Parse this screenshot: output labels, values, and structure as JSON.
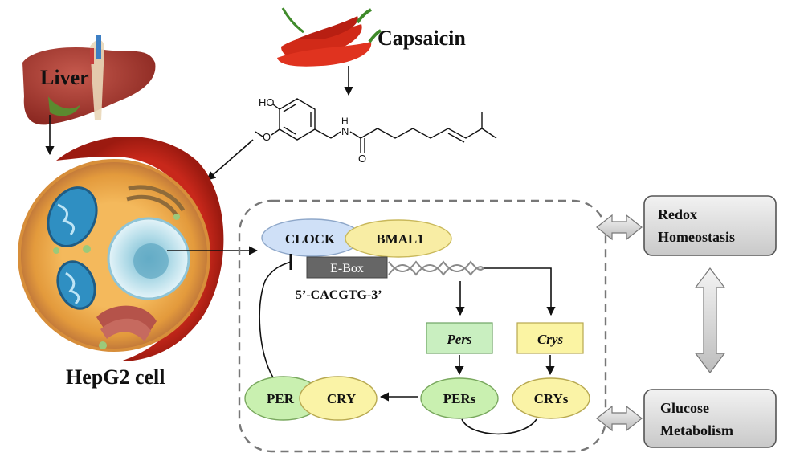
{
  "labels": {
    "liver": "Liver",
    "capsaicin": "Capsaicin",
    "hepg2": "HepG2 cell",
    "clock": "CLOCK",
    "bmal1": "BMAL1",
    "ebox": "E-Box",
    "ebox_seq": "5’-CACGTG-3’",
    "pers_gene": "Pers",
    "crys_gene": "Crys",
    "pers_protein": "PERs",
    "crys_protein": "CRYs",
    "per": "PER",
    "cry": "CRY",
    "redox_line1": "Redox",
    "redox_line2": "Homeostasis",
    "glucose_line1": "Glucose",
    "glucose_line2": "Metabolism"
  },
  "molecule": {
    "ho": "HO",
    "o": "O",
    "nh": "N",
    "h": "H",
    "carbonyl_o": "O"
  },
  "colors": {
    "clock_fill": "#cfe0f7",
    "bmal1_fill": "#f8eda4",
    "ebox_fill": "#666666",
    "pers_fill": "#c9efc0",
    "crys_fill": "#fbf4a3",
    "per_fill": "#c9f0b0",
    "cry_fill": "#faf3a6",
    "box_grey": "#d9d9d9"
  }
}
